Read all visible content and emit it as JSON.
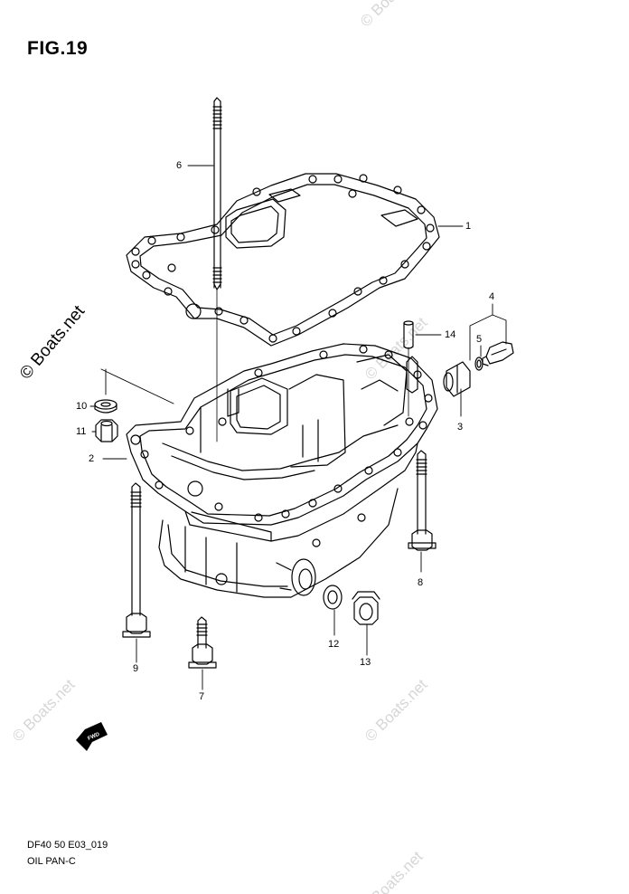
{
  "figure": {
    "title": "FIG.19",
    "footer_code": "DF40 50 E03_019",
    "footer_name": "OIL PAN-C"
  },
  "watermarks": [
    "© Boats.net",
    "© Boats.net",
    "© Boats.net",
    "© Boats.net",
    "© Boats.net",
    "© Boats.net"
  ],
  "callouts": [
    "1",
    "2",
    "3",
    "4",
    "5",
    "6",
    "7",
    "8",
    "9",
    "10",
    "11",
    "12",
    "13",
    "14"
  ],
  "fwd_label": "FWD",
  "colors": {
    "line": "#000000",
    "watermark": "#d6d6d6"
  }
}
